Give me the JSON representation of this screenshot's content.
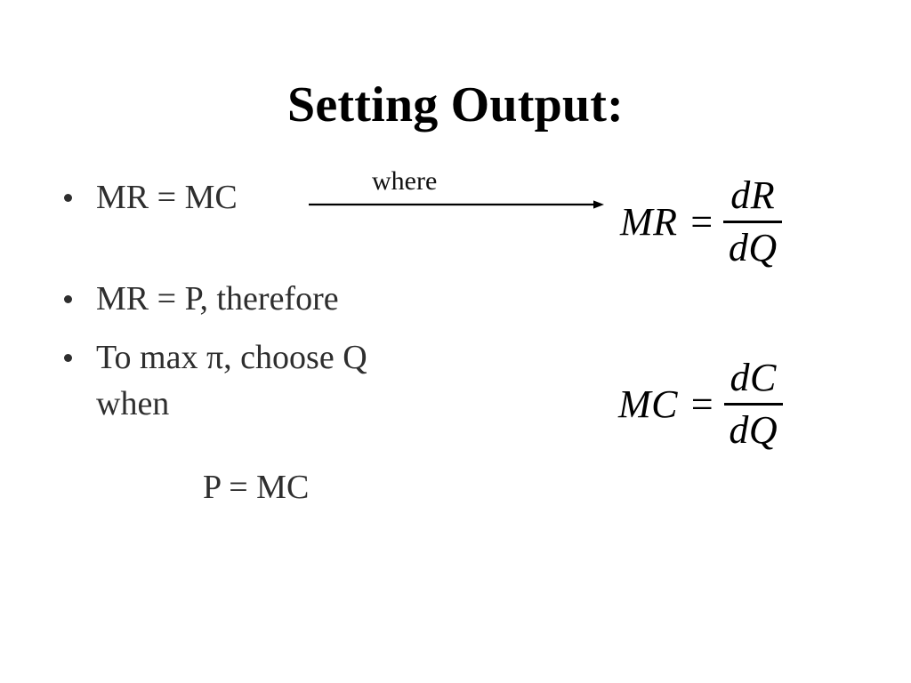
{
  "slide": {
    "title": "Setting Output:",
    "background_color": "#ffffff",
    "title_color": "#000000",
    "body_text_color": "#2e2e2e",
    "equation_color": "#000000"
  },
  "bullets": [
    {
      "text": "MR = MC"
    },
    {
      "text": "MR = P, therefore"
    },
    {
      "text": "To max π, choose Q"
    }
  ],
  "continuation": {
    "text": "when"
  },
  "indented_line": {
    "text": "P = MC"
  },
  "annotation": {
    "where_label": "where",
    "arrow_name": "right-arrow"
  },
  "equations": [
    {
      "id": "marginal-revenue",
      "lhs": "MR",
      "relation": "=",
      "numerator": "dR",
      "denominator": "dQ"
    },
    {
      "id": "marginal-cost",
      "lhs": "MC",
      "relation": "=",
      "numerator": "dC",
      "denominator": "dQ"
    }
  ]
}
